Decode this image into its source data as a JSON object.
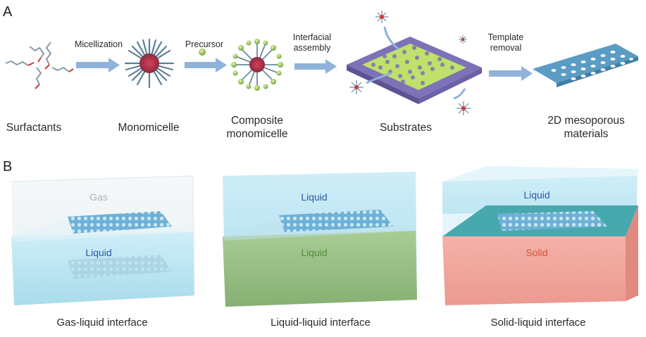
{
  "panelA": {
    "letter": "A",
    "stages": [
      "Surfactants",
      "Monomicelle",
      "Composite monomicelle",
      "Substrates",
      "2D mesoporous materials"
    ],
    "stage_lines": {
      "composite_1": "Composite",
      "composite_2": "monomicelle",
      "mesoporous_1": "2D mesoporous",
      "mesoporous_2": "materials"
    },
    "steps": {
      "micellization": "Micellization",
      "precursor": "Precursor",
      "interfacial_1": "Interfacial",
      "interfacial_2": "assembly",
      "template_1": "Template",
      "template_2": "removal"
    }
  },
  "panelB": {
    "letter": "B",
    "boxes": [
      {
        "top": "Gas",
        "bottom": "Liquid",
        "caption": "Gas-liquid interface",
        "top_color": "#aab2b8",
        "bottom_color": "#2c57a8"
      },
      {
        "top": "Liquid",
        "bottom": "Liquid",
        "caption": "Liquid-liquid interface",
        "top_color": "#2c57a8",
        "bottom_color": "#4f8a3c"
      },
      {
        "top": "Liquid",
        "bottom": "Solid",
        "caption": "Solid-liquid interface",
        "top_color": "#2c57a8",
        "bottom_color": "#d9532c"
      }
    ]
  },
  "colors": {
    "arrow": "#8fb3da",
    "substrate": "#7d72b8",
    "mesh_green": "#bfe06a",
    "mesh_blue": "#5b9cc4",
    "water": "#bfe6f2",
    "liquid_green": "#9cc48a",
    "solid": "#f2a9a0"
  }
}
